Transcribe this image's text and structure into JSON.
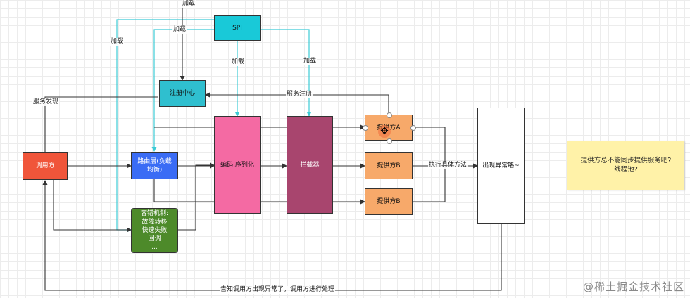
{
  "nodes": {
    "spi": "SPI",
    "registry": "注册中心",
    "consumer": "调用方",
    "router": "路由层(负载\n均衡)",
    "fault": "容错机制:\n故障转移\n快速失败\n回调\n...",
    "codec": "编码,序列化",
    "interceptor": "拦截器",
    "provider_a": "提供方A",
    "provider_b1": "提供方B",
    "provider_b2": "提供方B",
    "exception": "出现异常咯~"
  },
  "labels": {
    "load_top": "加载",
    "load_left": "加载",
    "load_outer": "加载",
    "load_codec": "加载",
    "load_interceptor": "加载",
    "service_discovery": "服务发现",
    "service_register": "服务注册",
    "execute_method": "执行具体方法",
    "notify": "告知调用方出现异常了，调用方进行处理"
  },
  "note": {
    "line1": "提供方总不能同步提供服务吧?",
    "line2": "线程池?"
  },
  "watermark": "@稀土掘金技术社区",
  "colors": {
    "spi": "#19c9d8",
    "registry": "#2fbfcf",
    "consumer": "#f0553a",
    "router": "#3a6cf5",
    "fault": "#4d8a2a",
    "codec": "#f46aa3",
    "interceptor": "#a8456e",
    "provider": "#f7a96a",
    "exception": "#ffffff",
    "note": "#fff2a8",
    "cyan_line": "#3ccbd6"
  }
}
